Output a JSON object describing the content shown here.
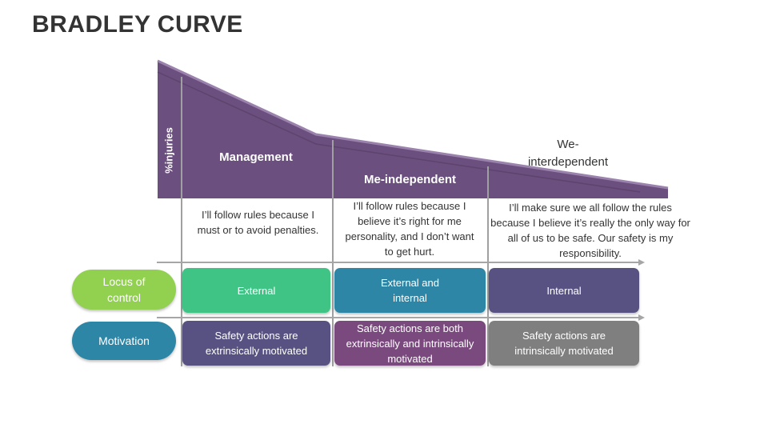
{
  "title": "BRADLEY CURVE",
  "y_axis_label": "%injuries",
  "stages": [
    {
      "label": "Management",
      "quote": "I’ll follow rules because I must or to avoid penalties."
    },
    {
      "label": "Me-independent",
      "quote": "I’ll follow rules because I believe it’s right for me personality, and I don’t want to get hurt."
    },
    {
      "label": "We-\ninterdependent",
      "quote": "I’ll make sure we all follow the rules because I believe it’s really the only way for all of us to be safe. Our safety is my responsibility."
    }
  ],
  "rows": [
    {
      "label": "Locus of control",
      "color": "#92d050",
      "cells": [
        "External",
        "External and internal",
        "Internal"
      ],
      "cell_colors": [
        "#3fc486",
        "#2e86a6",
        "#575281"
      ]
    },
    {
      "label": "Motivation",
      "color": "#2e86a6",
      "cells": [
        "Safety actions are extrinsically motivated",
        "Safety actions are both extrinsically and intrinsically motivated",
        "Safety actions are intrinsically motivated"
      ],
      "cell_colors": [
        "#575281",
        "#7a4a7e",
        "#7f7f7f"
      ]
    }
  ],
  "colors": {
    "curve": "#6b4f7e",
    "curve_highlight": "#8a6aa0",
    "axis": "#a6a6a6"
  }
}
